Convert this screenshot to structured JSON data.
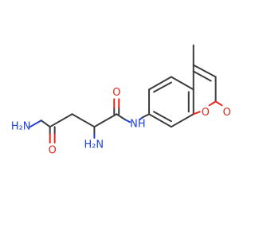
{
  "molecule": {
    "colors": {
      "carbon_bond": "#3c3c3c",
      "nitrogen": "#1e3fdc",
      "oxygen": "#e2261c",
      "background": "#ffffff"
    },
    "labels": {
      "amide_nh2": "H₂N",
      "alpha_nh2": "H₂N",
      "amide_o_left": "O",
      "amide_o_right": "O",
      "amide_nh": "NH",
      "ring_o": "O",
      "lactone_o": "O",
      "methyl": ""
    }
  }
}
